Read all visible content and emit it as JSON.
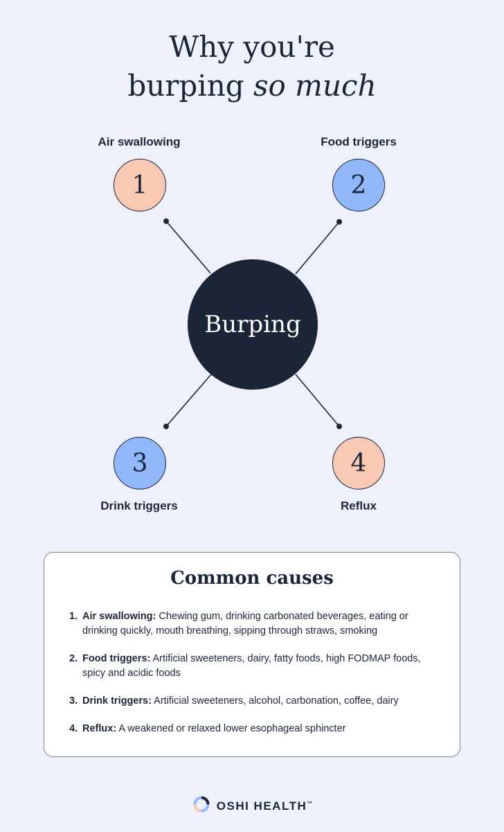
{
  "title": {
    "line1": "Why you're",
    "line2_plain": "burping ",
    "line2_italic": "so much"
  },
  "diagram": {
    "center": "Burping",
    "nodes": [
      {
        "number": "1",
        "label": "Air swallowing",
        "color": "#f9c9b4"
      },
      {
        "number": "2",
        "label": "Food triggers",
        "color": "#91b8fb"
      },
      {
        "number": "3",
        "label": "Drink triggers",
        "color": "#91b8fb"
      },
      {
        "number": "4",
        "label": "Reflux",
        "color": "#f9c9b4"
      }
    ]
  },
  "causes": {
    "title": "Common causes",
    "items": [
      {
        "number": "1.",
        "label": "Air swallowing:",
        "text": "Chewing gum, drinking carbonated beverages, eating or drinking quickly, mouth breathing, sipping through straws, smoking"
      },
      {
        "number": "2.",
        "label": "Food triggers:",
        "text": "Artificial sweeteners, dairy, fatty foods, high FODMAP foods, spicy and acidic foods"
      },
      {
        "number": "3.",
        "label": "Drink triggers:",
        "text": "Artificial sweeteners, alcohol, carbonation, coffee, dairy"
      },
      {
        "number": "4.",
        "label": "Reflux:",
        "text": "A weakened or relaxed lower esophageal sphincter"
      }
    ]
  },
  "footer": {
    "brand": "OSHI HEALTH",
    "tm": "™",
    "logo_icon": "oshi-ring-logo"
  },
  "colors": {
    "background": "#eef1fb",
    "navy": "#1b2538",
    "peach": "#f9c9b4",
    "blue": "#91b8fb"
  }
}
